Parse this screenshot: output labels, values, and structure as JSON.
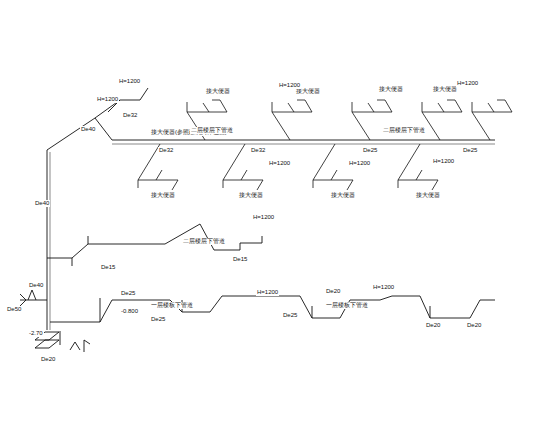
{
  "diagram": {
    "labels": [
      "H=1200",
      "H=1200",
      "De40",
      "De32",
      "接大便器(参照建筑具体位置)",
      "De32",
      "De32",
      "De25",
      "De25",
      "二层楼层下管道",
      "二层楼层下管道",
      "接大便器",
      "接大便器",
      "接大便器",
      "接大便器",
      "H=1200",
      "H=1200",
      "H=1200",
      "H=1200",
      "H=1200",
      "接大便器",
      "接大便器",
      "接大便器",
      "接大便器",
      "De40",
      "H=1200",
      "二层楼层下管道",
      "De15",
      "De15",
      "H=1200",
      "De25",
      "De25",
      "De25",
      "一层楼板下管道",
      "一层楼板下管道",
      "De20",
      "De20",
      "De20",
      "De40",
      "De50",
      "De20",
      "-2.70",
      "H=1200",
      "-0.800"
    ]
  }
}
